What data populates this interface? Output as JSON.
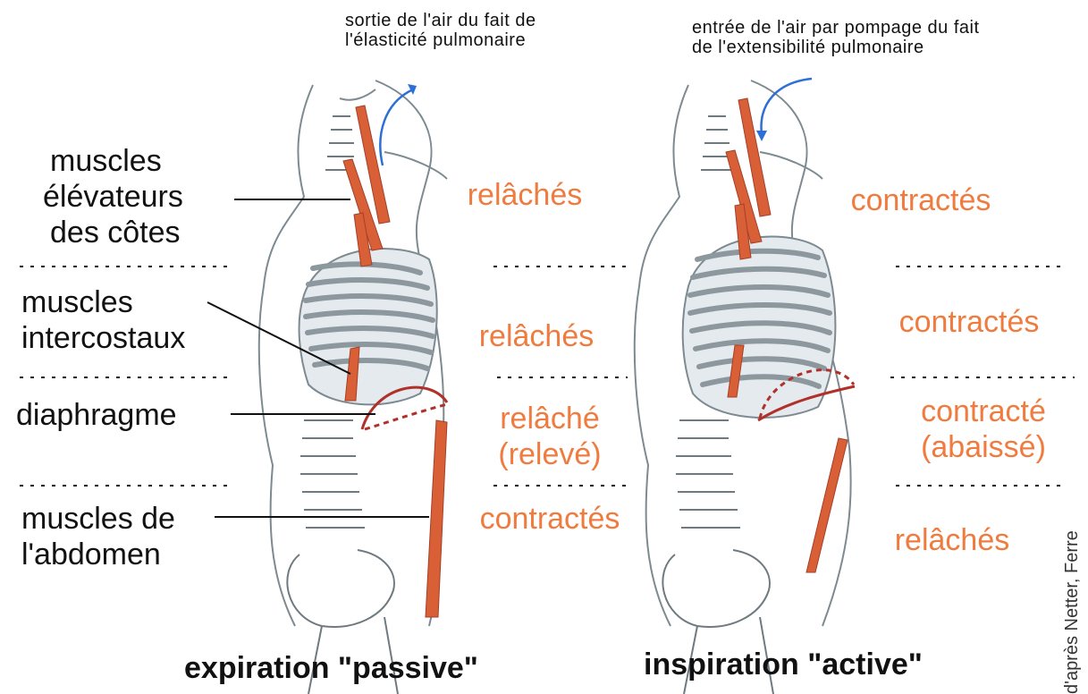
{
  "captions": {
    "expiration_air": "sortie de l'air du fait de l'élasticité pulmonaire",
    "expiration_air_line1": "sortie de l'air du fait de",
    "expiration_air_line2": "l'élasticité pulmonaire",
    "inspiration_air_line1": "entrée de l'air par pompage du fait",
    "inspiration_air_line2": "de l'extensibilité pulmonaire"
  },
  "muscle_labels": {
    "elevateurs_line1": "muscles",
    "elevateurs_line2": "élévateurs",
    "elevateurs_line3": "des côtes",
    "intercostaux_line1": "muscles",
    "intercostaux_line2": "intercostaux",
    "diaphragme": "diaphragme",
    "abdomen_line1": "muscles de",
    "abdomen_line2": "l'abdomen"
  },
  "expiration_states": {
    "elevateurs": "relâchés",
    "intercostaux": "relâchés",
    "diaphragme_line1": "relâché",
    "diaphragme_line2": "(relevé)",
    "abdomen": "contractés"
  },
  "inspiration_states": {
    "elevateurs": "contractés",
    "intercostaux": "contractés",
    "diaphragme_line1": "contracté",
    "diaphragme_line2": "(abaissé)",
    "abdomen": "relâchés"
  },
  "titles": {
    "expiration": "expiration \"passive\"",
    "inspiration": "inspiration \"active\""
  },
  "credit": "d'après Netter, Ferre",
  "colors": {
    "state_text": "#f07b3f",
    "muscle": "#d95f36",
    "muscle_dark": "#a3402a",
    "skeleton": "#6f7a80",
    "air_arrow": "#2d6fd6",
    "rib_fill": "#dfe6ea"
  }
}
